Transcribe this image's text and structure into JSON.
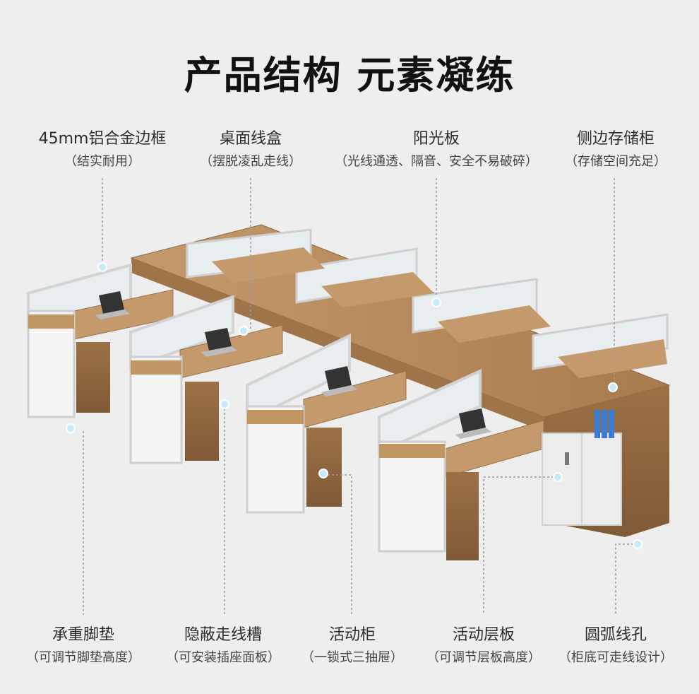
{
  "title": "产品结构 元素凝练",
  "features_top": [
    {
      "main": "45mm铝合金边框",
      "sub": "（结实耐用）"
    },
    {
      "main": "桌面线盒",
      "sub": "（摆脱凌乱走线）"
    },
    {
      "main": "阳光板",
      "sub": "（光线通透、隔音、安全不易破碎）"
    },
    {
      "main": "侧边存储柜",
      "sub": "（存储空间充足）"
    }
  ],
  "features_bottom": [
    {
      "main": "承重脚垫",
      "sub": "（可调节脚垫高度）"
    },
    {
      "main": "隐蔽走线槽",
      "sub": "（可安装插座面板）"
    },
    {
      "main": "活动柜",
      "sub": "（一锁式三抽屉）"
    },
    {
      "main": "活动层板",
      "sub": "（可调节层板高度）"
    },
    {
      "main": "圆弧线孔",
      "sub": "（柜底可走线设计）"
    }
  ],
  "colors": {
    "background": "#eeeeee",
    "wood": "#b98c5c",
    "panel": "#f4f4f4",
    "frame": "#d8d8d8",
    "glass": "#e6eef0",
    "marker": "#bfe6f7"
  }
}
